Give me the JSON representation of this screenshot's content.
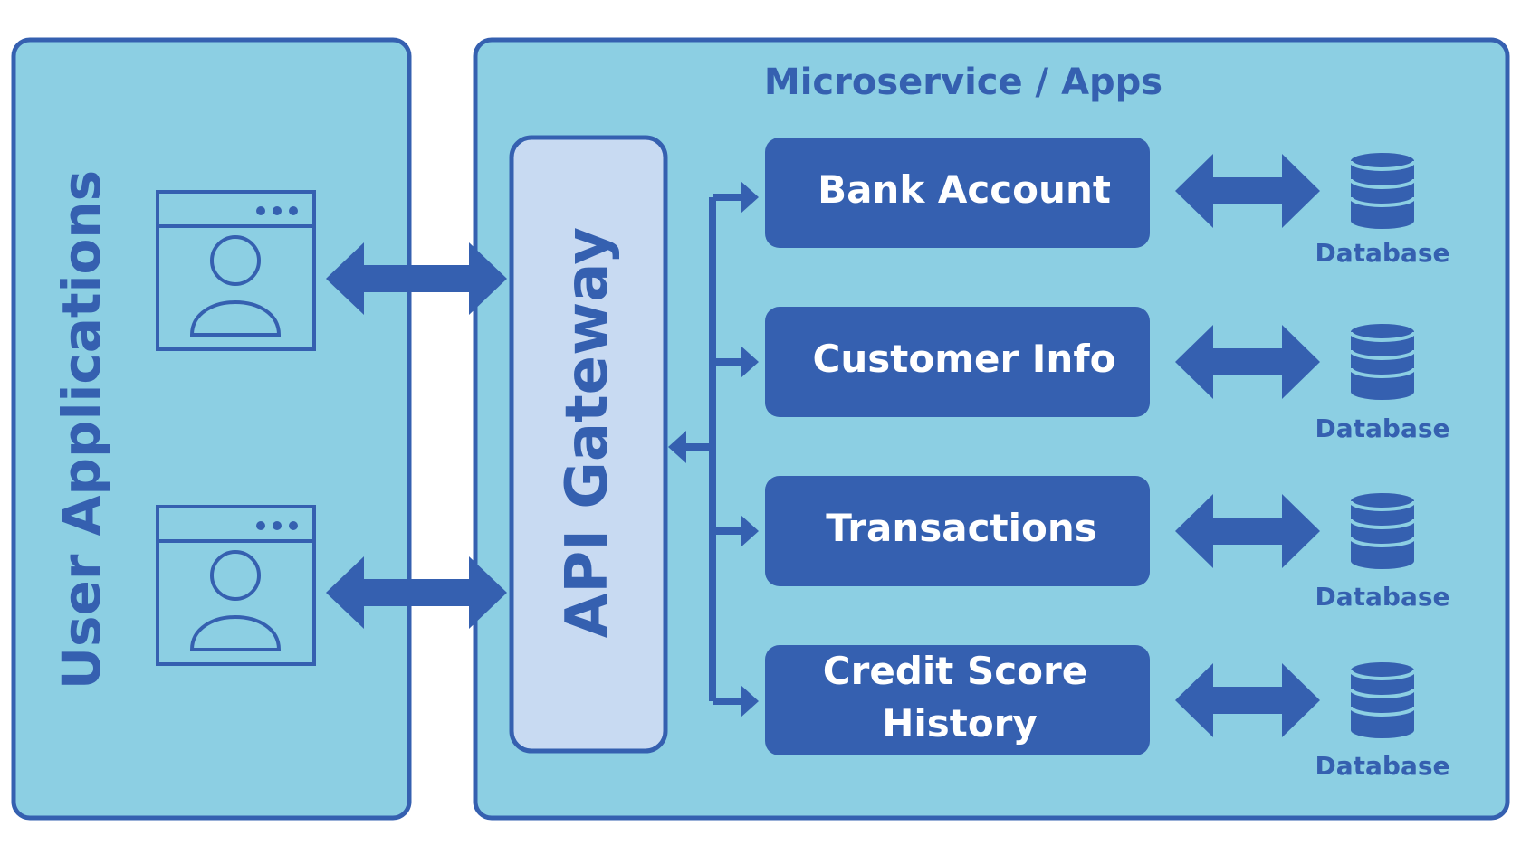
{
  "colors": {
    "panel_fill": "#8ccfe3",
    "primary": "#3560b0",
    "gateway_fill": "#c8daf2",
    "white": "#ffffff"
  },
  "user_apps": {
    "label": "User Applications",
    "windows": [
      {
        "icon": "user-window-icon"
      },
      {
        "icon": "user-window-icon"
      }
    ]
  },
  "microservices": {
    "title": "Microservice / Apps",
    "gateway_label": "API Gateway",
    "services": [
      {
        "lines": [
          "Bank Account"
        ],
        "db_label": "Database"
      },
      {
        "lines": [
          "Customer Info"
        ],
        "db_label": "Database"
      },
      {
        "lines": [
          "Transactions"
        ],
        "db_label": "Database"
      },
      {
        "lines": [
          "Credit Score",
          "History"
        ],
        "db_label": "Database"
      }
    ]
  },
  "icons": {
    "bidirectional_arrow": "double-arrow-icon",
    "database": "database-icon"
  }
}
